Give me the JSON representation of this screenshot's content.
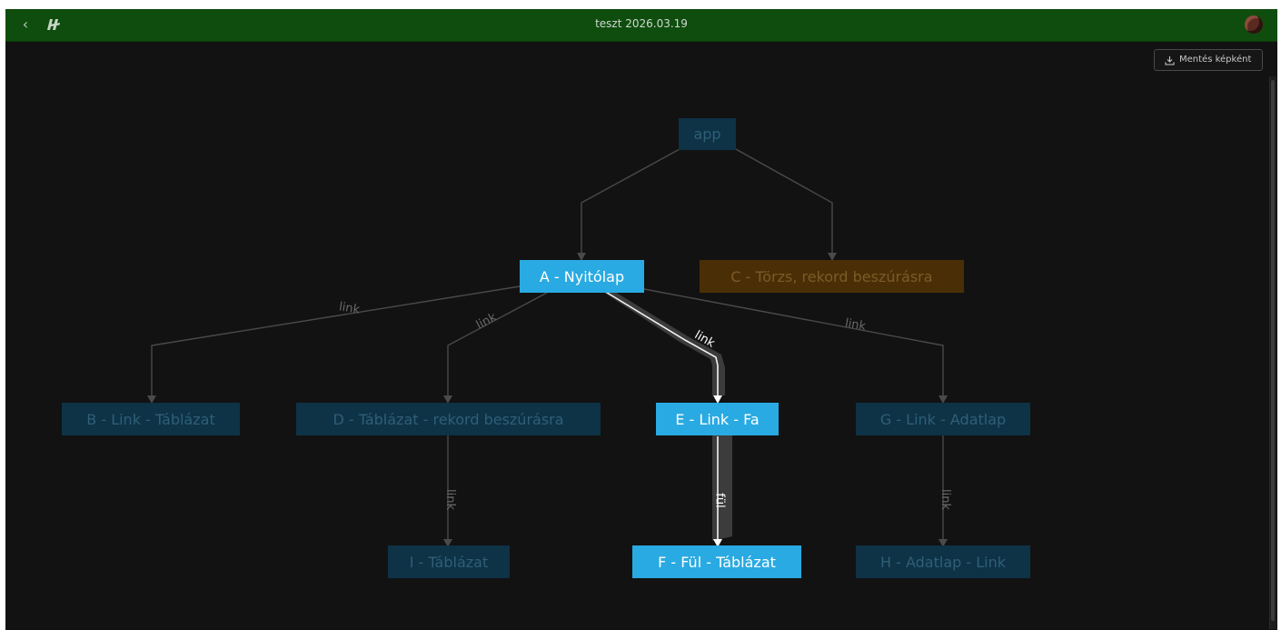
{
  "topbar": {
    "title": "teszt 2026.03.19",
    "back_icon": "chevron-left-icon",
    "logo_icon": "app-logo-icon",
    "avatar": "user-avatar"
  },
  "toolbar": {
    "export_label": "Mentés képként",
    "export_icon": "download-icon"
  },
  "colors": {
    "topbar": "#0f4d0f",
    "canvas": "#121212",
    "node_highlight": "#29aae2",
    "node_dim": "#0e3246",
    "node_dim_orange": "#4a2f06"
  },
  "nodes": {
    "app": "app",
    "a": "A - Nyitólap",
    "b": "B - Link - Táblázat",
    "c": "C - Törzs, rekord beszúrásra",
    "d": "D - Táblázat - rekord beszúrásra",
    "e": "E - Link - Fa",
    "f": "F - Fül - Táblázat",
    "g": "G - Link - Adatlap",
    "h": "H - Adatlap - Link",
    "i": "I - Táblázat"
  },
  "edge_labels": {
    "a_b": "link",
    "a_d": "link",
    "a_e": "link",
    "a_g": "link",
    "d_i": "link",
    "e_f": "fül",
    "g_h": "link"
  }
}
